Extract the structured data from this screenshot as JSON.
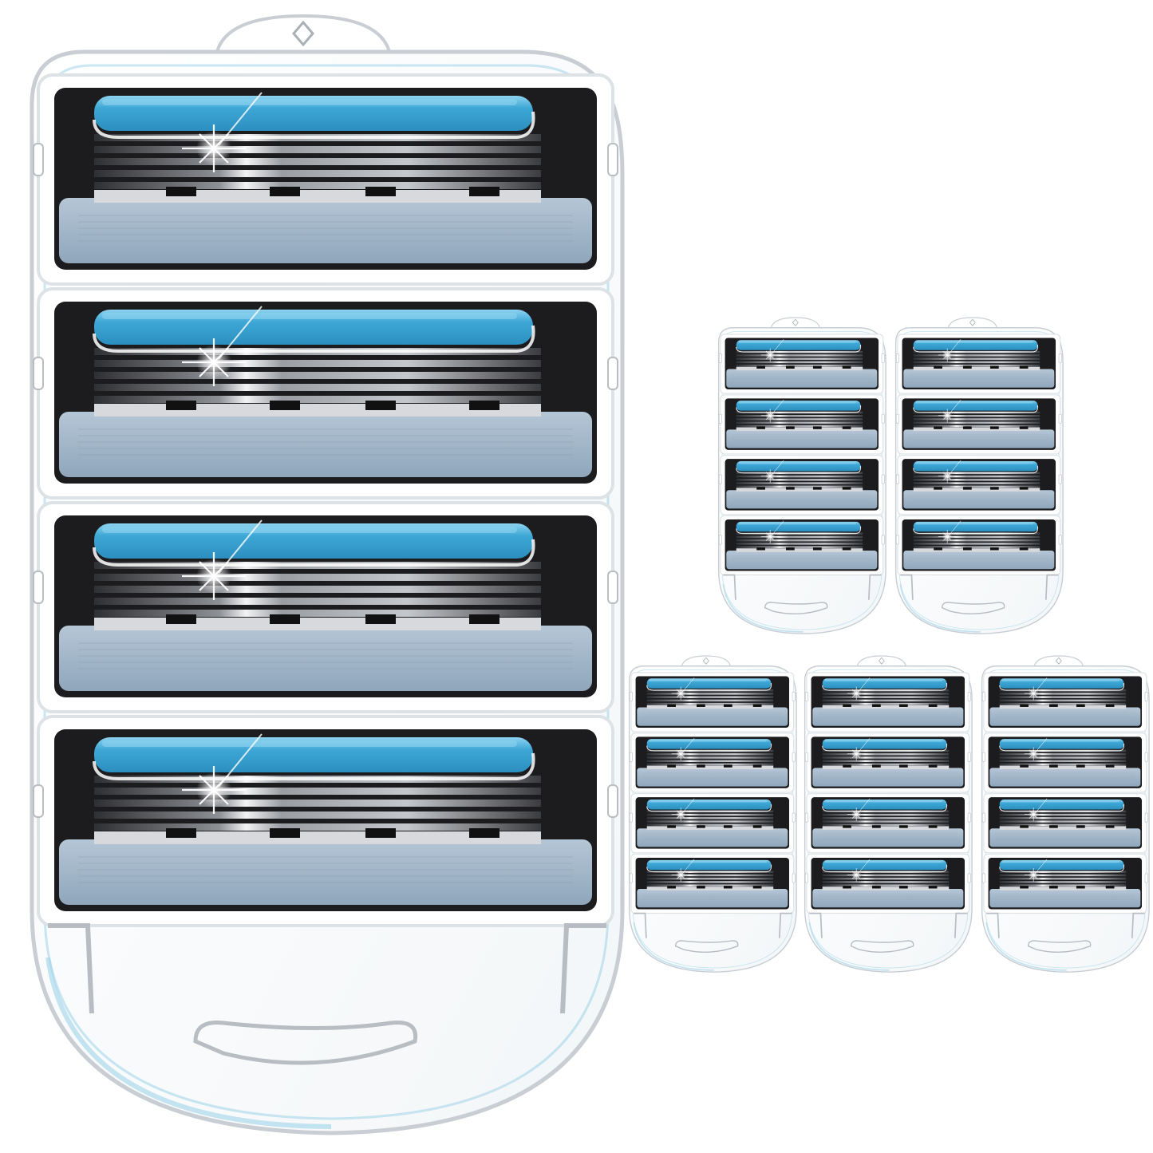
{
  "colors": {
    "background": "#ffffff",
    "case_outline": "#c9ced4",
    "case_inner_outline": "#dde2e6",
    "case_rim_blue": "#9fd3e8",
    "cartridge_frame": "#1c1c1e",
    "lube_strip": "#3ea7d6",
    "lube_strip_highlight": "#8ed3f0",
    "blade_dark": "#3a3a3d",
    "blade_light": "#b9bcc0",
    "comb_guard": "#9fb4c8",
    "comb_guard_dark": "#7f95aa"
  },
  "product": {
    "item": "razor-blade-cartridge-refill",
    "holders": [
      {
        "role": "main-holder-enlarged",
        "cartridge_count": 4
      },
      {
        "role": "small-holder",
        "cartridge_count": 4
      },
      {
        "role": "small-holder",
        "cartridge_count": 4
      },
      {
        "role": "small-holder",
        "cartridge_count": 4
      },
      {
        "role": "small-holder",
        "cartridge_count": 4
      },
      {
        "role": "small-holder",
        "cartridge_count": 4
      }
    ]
  }
}
